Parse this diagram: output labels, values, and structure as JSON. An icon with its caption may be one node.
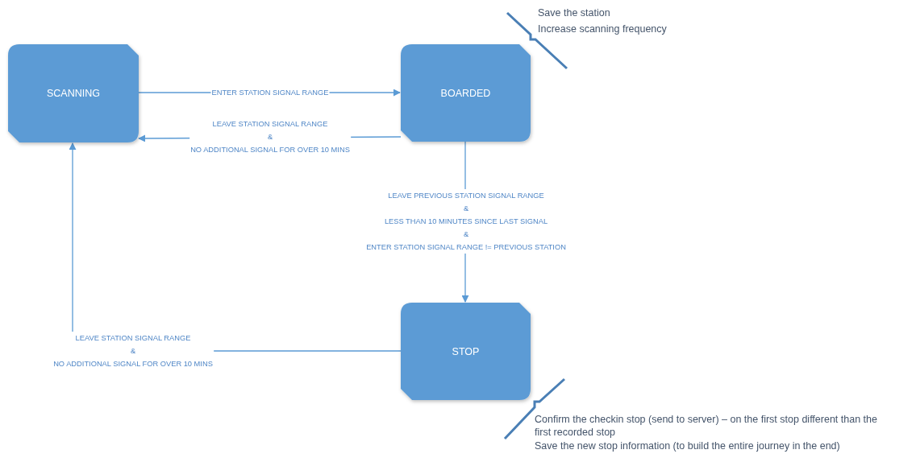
{
  "diagram": {
    "nodes": [
      {
        "text": [
          "SCANNING"
        ]
      },
      {
        "text": [
          "BOARDED"
        ],
        "beside": [
          "Save the station",
          "Increase scanning frequency"
        ]
      },
      {
        "text": [
          "STOP"
        ],
        "beside": [
          "Confirm the checkin stop (send to server) – on the first stop different than the first recorded stop",
          "Save the new stop information (to build the entire journey in the end)"
        ]
      }
    ],
    "edges": [
      {
        "from": 0,
        "to": 1,
        "arrow": "to",
        "label": "ENTER STATION SIGNAL RANGE"
      },
      {
        "from": 1,
        "to": 0,
        "arrow": "to",
        "label": "LEAVE STATION SIGNAL RANGE & NO ADDITIONAL SIGNAL FOR OVER 10 MINS"
      },
      {
        "from": 1,
        "to": 2,
        "arrow": "to",
        "label": "LEAVE PREVIOUS STATION SIGNAL RANGE & LESS THAN 10 MINUTES SINCE LAST SIGNAL & ENTER STATION SIGNAL RANGE != PREVIOUS STATION"
      },
      {
        "from": 2,
        "to": 0,
        "arrow": "to",
        "label": "LEAVE STATION SIGNAL RANGE & NO ADDITIONAL SIGNAL FOR OVER 10 MINS"
      }
    ]
  }
}
